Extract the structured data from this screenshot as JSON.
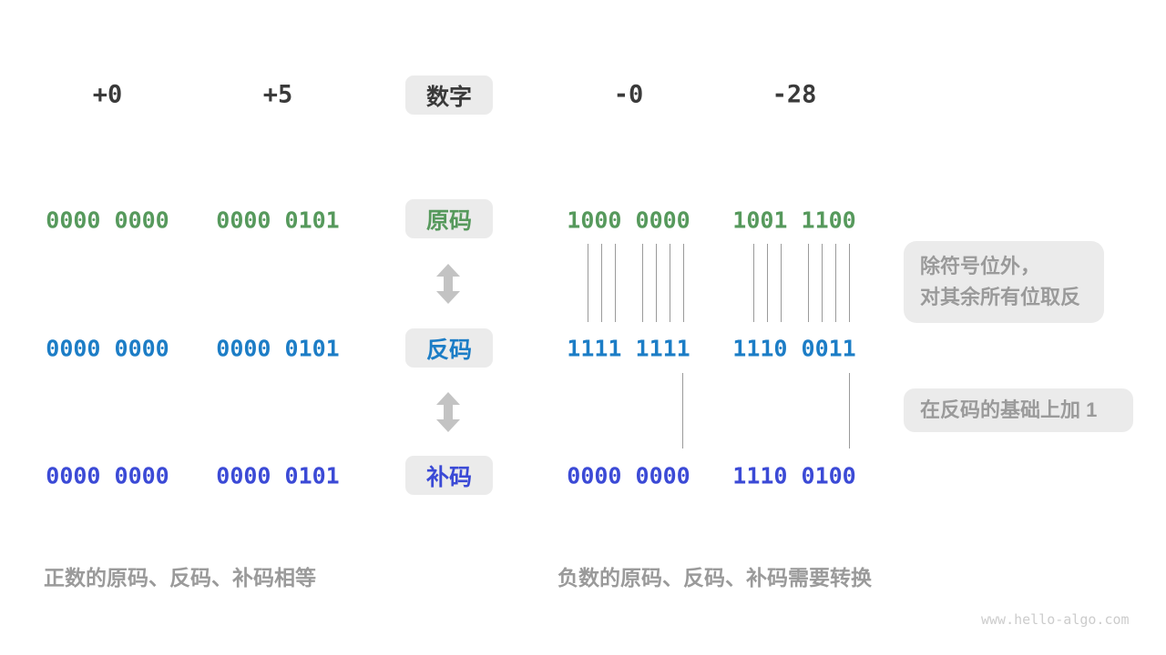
{
  "palette": {
    "sign_magnitude_green": "#56995c",
    "ones_complement_blue": "#1c7dc6",
    "twos_complement_indigo": "#3b4ad6",
    "chip_background": "#ebebeb",
    "muted_gray": "#9a9a9a",
    "dark_text": "#3a3a3a"
  },
  "header": {
    "label": "数字",
    "values": [
      "+0",
      "+5",
      "-0",
      "-28"
    ]
  },
  "rows": [
    {
      "label": "原码",
      "values": [
        "0000 0000",
        "0000 0101",
        "1000 0000",
        "1001 1100"
      ]
    },
    {
      "label": "反码",
      "values": [
        "0000 0000",
        "0000 0101",
        "1111 1111",
        "1110 0011"
      ]
    },
    {
      "label": "补码",
      "values": [
        "0000 0000",
        "0000 0101",
        "0000 0000",
        "1110 0100"
      ]
    }
  ],
  "annotations": {
    "flip": {
      "line1": "除符号位外，",
      "line2": "对其余所有位取反"
    },
    "add_one": "在反码的基础上加 1"
  },
  "captions": {
    "positive": "正数的原码、反码、补码相等",
    "negative": "负数的原码、反码、补码需要转换"
  },
  "watermark": "www.hello-algo.com"
}
